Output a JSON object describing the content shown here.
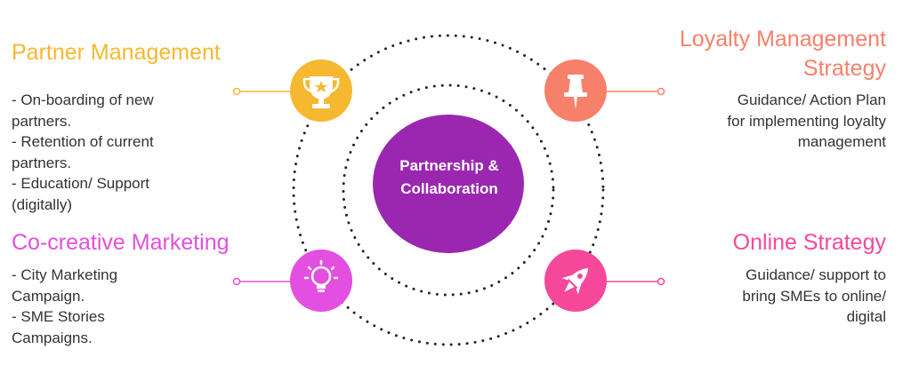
{
  "center": {
    "lines": [
      "Partnership &",
      "Collaboration"
    ]
  },
  "nodes": [
    {
      "id": "partner-management",
      "title": [
        "Partner Management"
      ],
      "body": [
        "- On-boarding of new",
        "partners.",
        "- Retention of current",
        "partners.",
        "- Education/ Support",
        "(digitally)"
      ],
      "color": "#f6b830",
      "icon": "trophy-icon"
    },
    {
      "id": "loyalty-management-strategy",
      "title": [
        "Loyalty Management",
        "Strategy"
      ],
      "body": [
        "Guidance/ Action Plan",
        "for implementing loyalty",
        "management"
      ],
      "color": "#f7806a",
      "icon": "pushpin-icon"
    },
    {
      "id": "co-creative-marketing",
      "title": [
        "Co-creative Marketing"
      ],
      "body": [
        "- City Marketing",
        "Campaign.",
        "- SME Stories",
        "Campaigns."
      ],
      "color": "#e34fe0",
      "icon": "lightbulb-icon"
    },
    {
      "id": "online-strategy",
      "title": [
        "Online Strategy"
      ],
      "body": [
        "Guidance/ support to",
        "bring SMEs to online/",
        "digital"
      ],
      "color": "#f5489a",
      "icon": "rocket-icon"
    }
  ],
  "colors": {
    "center_fill": "#9b27b0",
    "dotted_circles": "#222222",
    "connector": "#e0a090"
  }
}
